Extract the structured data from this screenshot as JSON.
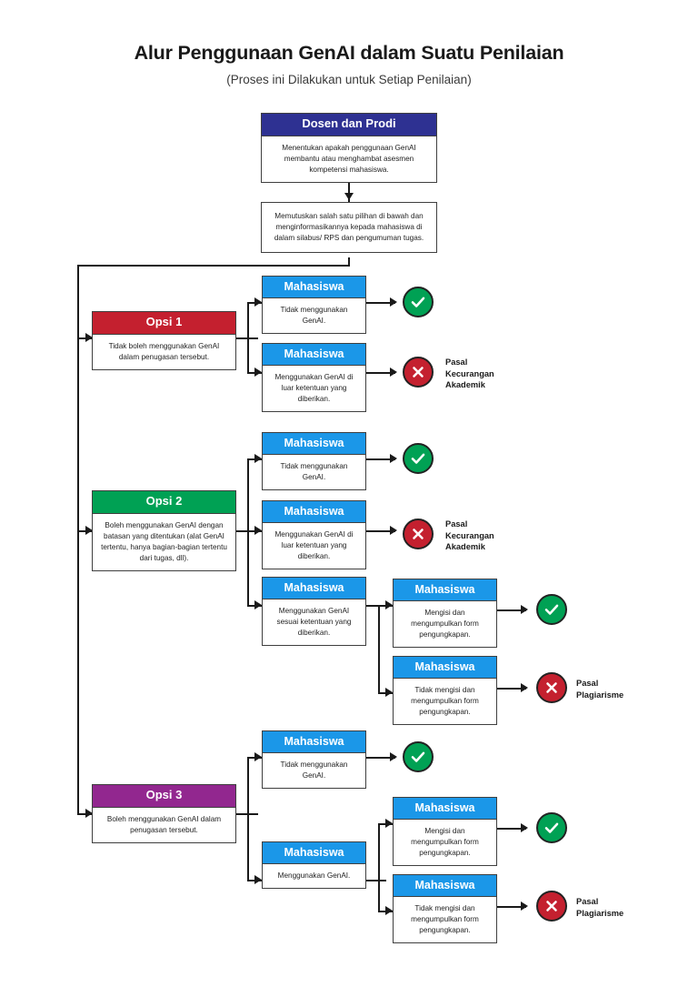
{
  "header": {
    "title": "Alur Penggunaan GenAI dalam Suatu Penilaian",
    "subtitle": "(Proses ini Dilakukan untuk Setiap Penilaian)"
  },
  "colors": {
    "navy": "#2E3192",
    "blue": "#1B97E8",
    "red": "#C4202F",
    "green": "#00A154",
    "purple": "#92278F",
    "line": "#1a1a1a",
    "background": "#ffffff"
  },
  "start": {
    "header_label": "Dosen dan Prodi",
    "body_text": "Menentukan apakah penggunaan GenAI membantu atau menghambat asesmen kompetensi mahasiswa."
  },
  "decide": {
    "body_text": "Memutuskan salah satu pilihan di bawah dan menginformasikannya kepada mahasiswa di dalam silabus/ RPS dan pengumuman tugas."
  },
  "options": [
    {
      "header_label": "Opsi 1",
      "body_text": "Tidak boleh menggunakan GenAI dalam penugasan tersebut.",
      "accent": "red"
    },
    {
      "header_label": "Opsi 2",
      "body_text": "Boleh menggunakan GenAI dengan batasan yang ditentukan (alat GenAI tertentu, hanya bagian-bagian tertentu dari tugas, dll).",
      "accent": "green"
    },
    {
      "header_label": "Opsi 3",
      "body_text": "Boleh menggunakan GenAI dalam penugasan tersebut.",
      "accent": "purple"
    }
  ],
  "student_header_label": "Mahasiswa",
  "branches": {
    "o1_none": {
      "body_text": "Tidak menggunakan GenAI."
    },
    "o1_outside": {
      "body_text": "Menggunakan GenAI di luar ketentuan yang diberikan."
    },
    "o2_none": {
      "body_text": "Tidak menggunakan GenAI."
    },
    "o2_outside": {
      "body_text": "Menggunakan GenAI di luar ketentuan yang diberikan."
    },
    "o2_compliant": {
      "body_text": "Menggunakan GenAI sesuai ketentuan yang diberikan."
    },
    "o2_form_yes": {
      "body_text": "Mengisi dan mengumpulkan form pengungkapan."
    },
    "o2_form_no": {
      "body_text": "Tidak mengisi dan mengumpulkan form pengungkapan."
    },
    "o3_none": {
      "body_text": "Tidak menggunakan GenAI."
    },
    "o3_use": {
      "body_text": "Menggunakan GenAI."
    },
    "o3_form_yes": {
      "body_text": "Mengisi dan mengumpulkan form pengungkapan."
    },
    "o3_form_no": {
      "body_text": "Tidak mengisi dan mengumpulkan form pengungkapan."
    }
  },
  "outcome_labels": {
    "kecurangan": "Pasal\nKecurangan\nAkademik",
    "plagiarisme": "Pasal\nPlagiarisme"
  },
  "icons": {
    "check": "check-icon",
    "cross": "cross-icon"
  }
}
